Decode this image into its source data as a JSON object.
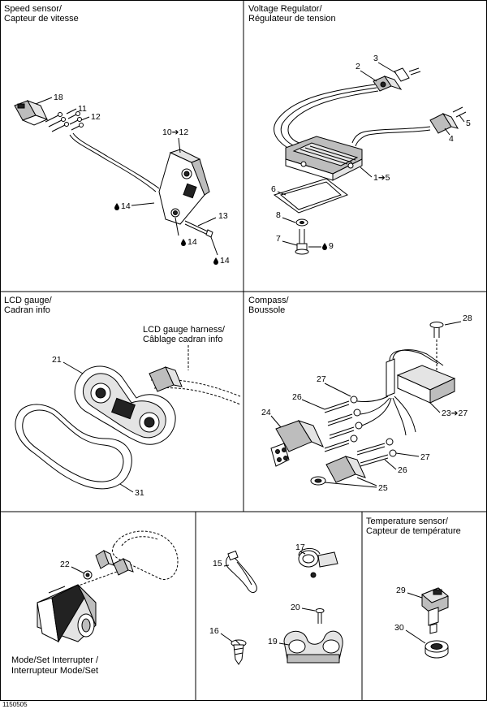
{
  "sections": {
    "speed_sensor": {
      "title_en": "Speed sensor/",
      "title_fr": "Capteur de vitesse",
      "callouts": {
        "c18": "18",
        "c11": "11",
        "c12": "12",
        "c10_12": "10➔12",
        "c14a": "14",
        "c14b": "14",
        "c14c": "14",
        "c13": "13"
      }
    },
    "voltage_regulator": {
      "title_en": "Voltage Regulator/",
      "title_fr": "Régulateur de tension",
      "callouts": {
        "c2": "2",
        "c3": "3",
        "c5": "5",
        "c4": "4",
        "c1_5": "1➔5",
        "c6": "6",
        "c8": "8",
        "c7": "7",
        "c9": "9"
      }
    },
    "lcd_gauge": {
      "title_en": "LCD gauge/",
      "title_fr": "Cadran info",
      "harness_en": "LCD gauge harness/",
      "harness_fr": "Câblage cadran info",
      "callouts": {
        "c21": "21",
        "c31": "31"
      }
    },
    "compass": {
      "title_en": "Compass/",
      "title_fr": "Boussole",
      "callouts": {
        "c28": "28",
        "c27a": "27",
        "c26a": "26",
        "c24": "24",
        "c23_27": "23➔27",
        "c27b": "27",
        "c26b": "26",
        "c25": "25"
      }
    },
    "mode_set": {
      "title_en": "Mode/Set Interrupter /",
      "title_fr": "Interrupteur Mode/Set",
      "callouts": {
        "c22": "22"
      }
    },
    "fasteners": {
      "callouts": {
        "c17": "17",
        "c15": "15",
        "c20": "20",
        "c16": "16",
        "c19": "19"
      }
    },
    "temperature_sensor": {
      "title_en": "Temperature sensor/",
      "title_fr": "Capteur de température",
      "callouts": {
        "c29": "29",
        "c30": "30"
      }
    }
  },
  "footer": {
    "drawing_number": "1150505"
  }
}
